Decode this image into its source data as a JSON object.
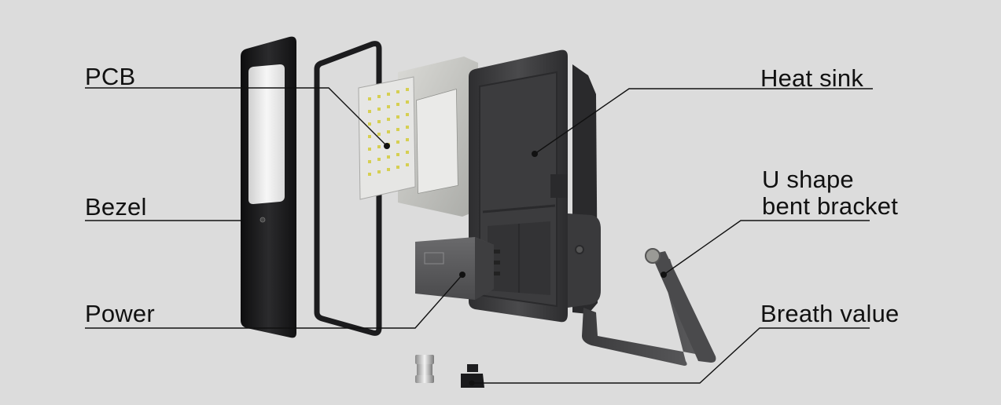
{
  "labels": {
    "pcb": "PCB",
    "bezel": "Bezel",
    "power": "Power",
    "heat_sink": "Heat sink",
    "u_shape_line1": "U shape",
    "u_shape_line2": "bent bracket",
    "breath_value": "Breath value"
  },
  "colors": {
    "background": "#dcdcdc",
    "housing": "#3a3a3c",
    "frame": "#1c1c1e",
    "reflector": "#c9c9c4",
    "pcb_board": "#e8e8e6",
    "led": "#d8d25a",
    "leader_line": "#111111"
  }
}
